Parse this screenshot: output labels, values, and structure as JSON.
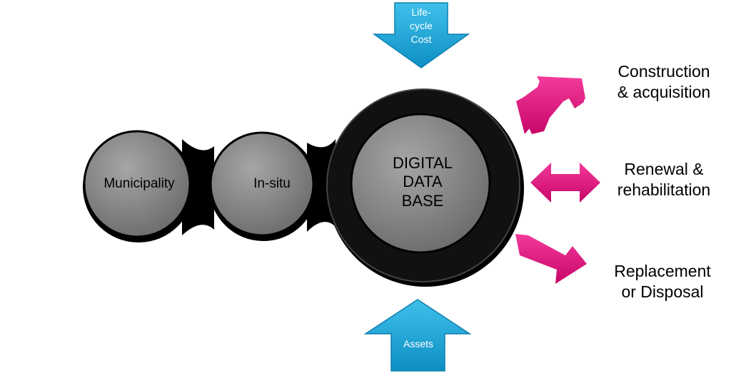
{
  "nodes": {
    "municipality": "Municipality",
    "in_situ": "In-situ",
    "database": [
      "DIGITAL",
      "DATA",
      "BASE"
    ]
  },
  "inputs": {
    "lifecycle_cost": [
      "Life-",
      "cycle",
      "Cost"
    ],
    "assets": "Assets"
  },
  "outputs": {
    "construction": [
      "Construction",
      "& acquisition"
    ],
    "renewal": [
      "Renewal &",
      "rehabilitation"
    ],
    "replacement": [
      "Replacement",
      "or Disposal"
    ]
  },
  "colors": {
    "node_fill": "#7f7f7f",
    "node_outline": "#000000",
    "input_arrow": "#1aa3d6",
    "output_arrow": "#e0107a"
  }
}
